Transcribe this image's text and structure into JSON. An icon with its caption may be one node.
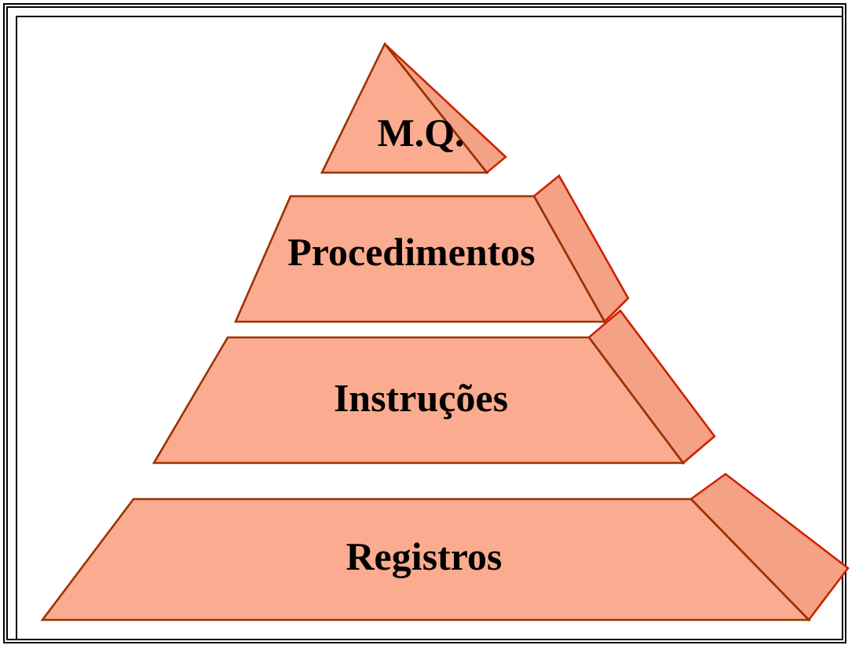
{
  "diagram": {
    "nodes": [
      {
        "text": [
          "M.Q."
        ]
      },
      {
        "text": [
          "Procedimentos"
        ]
      },
      {
        "text": [
          "Instruções"
        ]
      },
      {
        "text": [
          "Registros"
        ]
      }
    ]
  }
}
